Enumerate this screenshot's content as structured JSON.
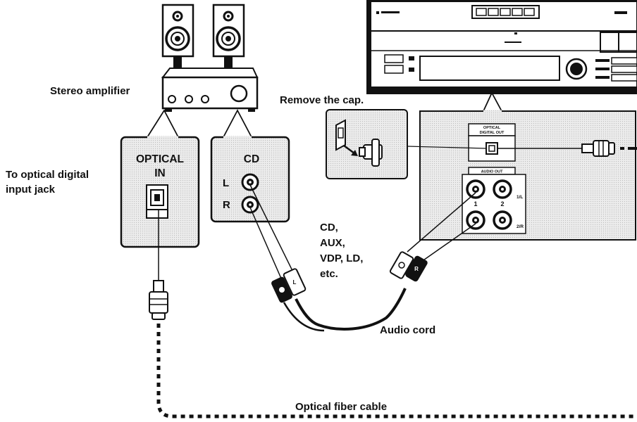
{
  "labels": {
    "stereo_amplifier": "Stereo amplifier",
    "remove_cap": "Remove the cap.",
    "optical_in_line1": "OPTICAL",
    "optical_in_line2": "IN",
    "to_optical_line1": "To optical digital",
    "to_optical_line2": "input jack",
    "cd": "CD",
    "left": "L",
    "right": "R",
    "sources_line1": "CD,",
    "sources_line2": "AUX,",
    "sources_line3": "VDP, LD,",
    "sources_line4": "etc.",
    "audio_cord": "Audio cord",
    "optical_fiber_cable": "Optical fiber cable"
  },
  "panel": {
    "optical_out_line1": "OPTICAL",
    "optical_out_line2": "DIGITAL OUT",
    "audio_out": "AUDIO OUT",
    "jack_1": "1",
    "jack_2": "2",
    "side_1l": "1/L",
    "side_2r": "2/R"
  },
  "plugs": {
    "white_plug": "L",
    "red_plug": "R"
  },
  "colors": {
    "line": "#111111",
    "panel_fill": "#e4e4e4",
    "paper": "#ffffff"
  }
}
